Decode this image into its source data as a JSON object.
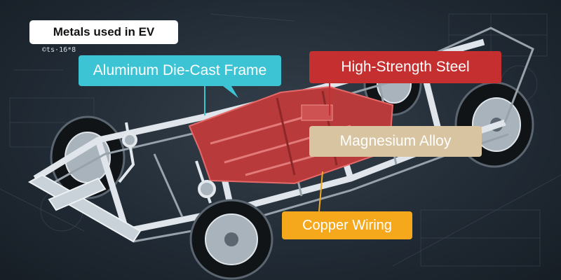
{
  "title": "Metals used in EV",
  "code_label": "©ts·16*8",
  "callouts": {
    "aluminum": "Aluminum Die-Cast Frame",
    "steel": "High-Strength Steel",
    "magnesium": "Magnesium Alloy",
    "copper": "Copper Wiring"
  },
  "colors": {
    "aluminum": "#3cc4d4",
    "steel": "#c62f2f",
    "magnesium": "#d8c4a0",
    "copper": "#f6a81d",
    "background": "#1b2530"
  }
}
